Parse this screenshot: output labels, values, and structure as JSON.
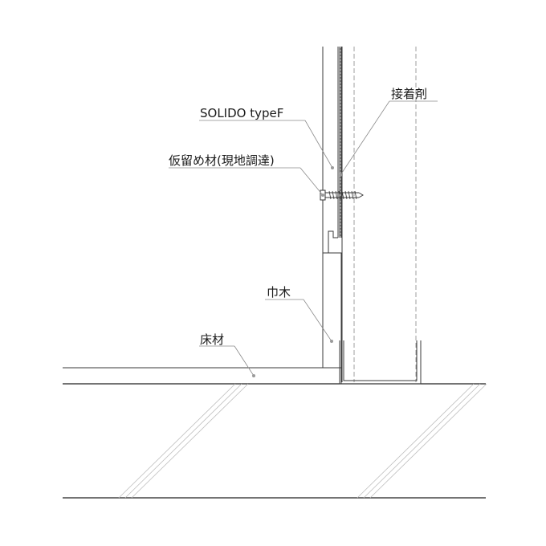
{
  "labels": {
    "adhesive": "接着剤",
    "panel": "SOLIDO typeF",
    "temp_fastener": "仮留め材(現地調達)",
    "baseboard": "巾木",
    "flooring": "床材"
  }
}
